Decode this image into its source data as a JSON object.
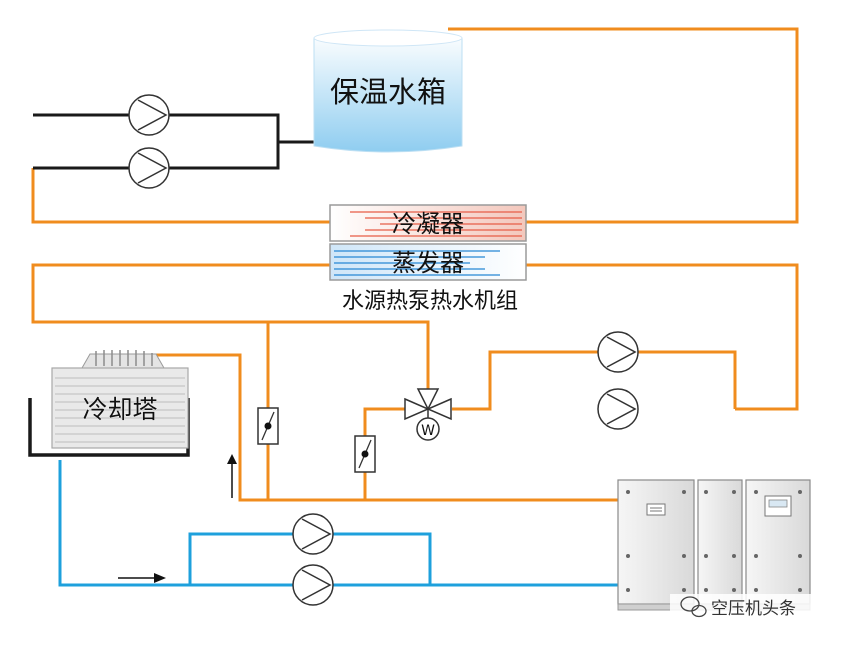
{
  "labels": {
    "tank": "保温水箱",
    "condenser": "冷凝器",
    "evaporator": "蒸发器",
    "heat_pump_unit": "水源热泵热水机组",
    "cooling_tower": "冷却塔",
    "valve_symbol": "W",
    "watermark": "空压机头条"
  },
  "colors": {
    "hot_pipe": "#f08c1e",
    "cold_pipe": "#1ea0dc",
    "black_pipe": "#1a1a1a",
    "condenser_stripe": "#e8604a",
    "evaporator_stripe": "#2a8ad6"
  },
  "icons": {
    "pump": "pump-icon",
    "three_way_valve": "three-way-valve-icon",
    "flow_switch": "flow-switch-icon",
    "flow_arrow": "flow-arrow-icon",
    "compressor_cabinet": "air-compressor-cabinet",
    "watermark": "wechat-icon"
  }
}
